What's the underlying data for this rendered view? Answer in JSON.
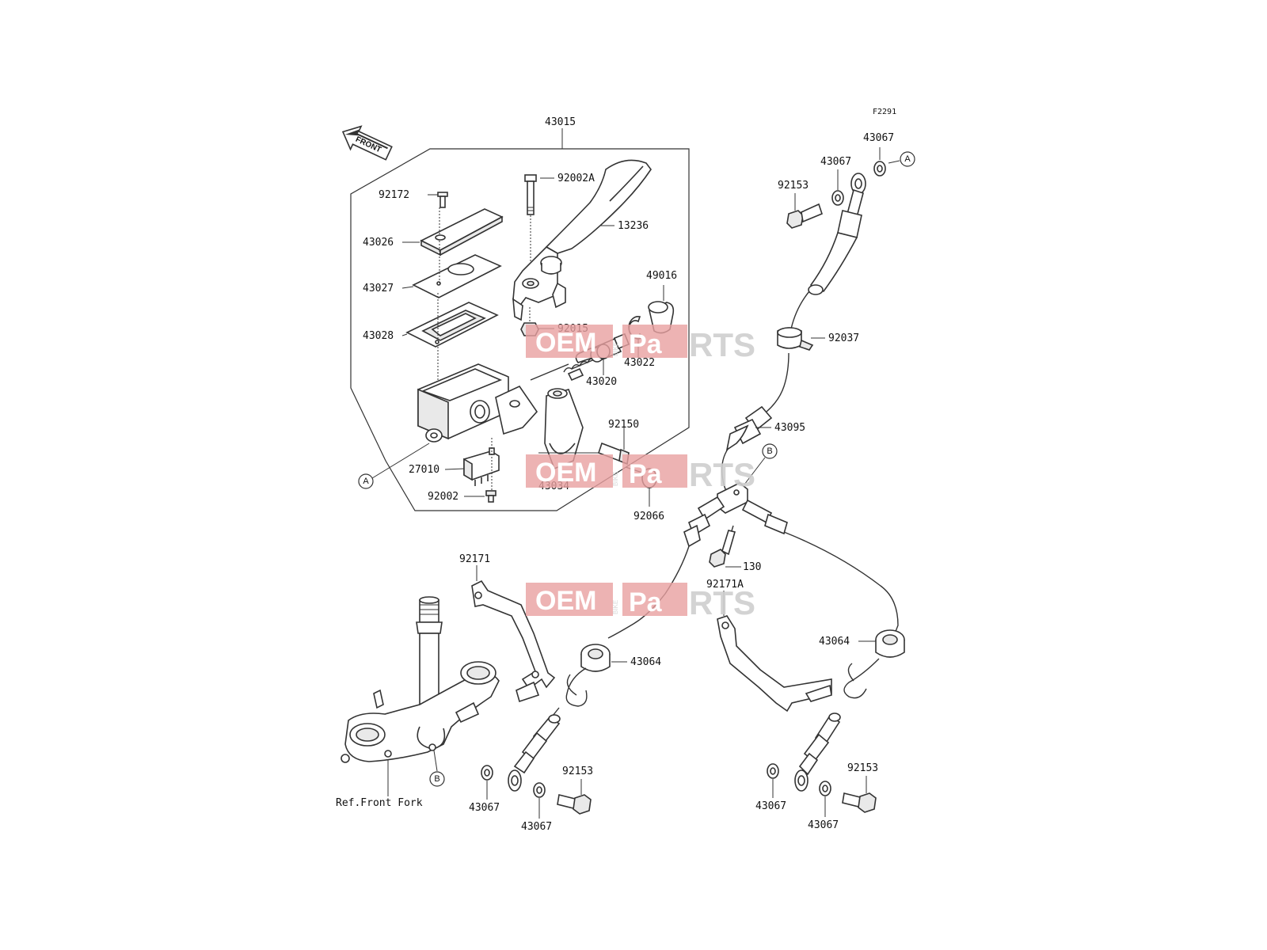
{
  "figure_code": "F2291",
  "front_arrow_text": "FRONT",
  "assembly_label": "43015",
  "ref_note": "Ref.Front Fork",
  "markers": {
    "a": "A",
    "b": "B"
  },
  "watermark": {
    "part1": "OEM",
    "part2": "BIKE",
    "part3": "Pa",
    "part4": "RTS"
  },
  "part_labels": {
    "p92172": "92172",
    "p43026": "43026",
    "p43027": "43027",
    "p43028": "43028",
    "p92002a": "92002A",
    "p13236": "13236",
    "p49016": "49016",
    "p92015": "92015",
    "p43022": "43022",
    "p43020": "43020",
    "p92150": "92150",
    "p27010": "27010",
    "p92002": "92002",
    "p43034": "43034",
    "p92066": "92066",
    "p43067_top1": "43067",
    "p43067_top2": "43067",
    "p92153_top": "92153",
    "p92037": "92037",
    "p43095": "43095",
    "p130": "130",
    "p92171": "92171",
    "p92171a": "92171A",
    "p43064_left": "43064",
    "p43064_right": "43064",
    "p92153_bl": "92153",
    "p43067_bl1": "43067",
    "p43067_bl2": "43067",
    "p92153_br": "92153",
    "p43067_br1": "43067",
    "p43067_br2": "43067"
  }
}
